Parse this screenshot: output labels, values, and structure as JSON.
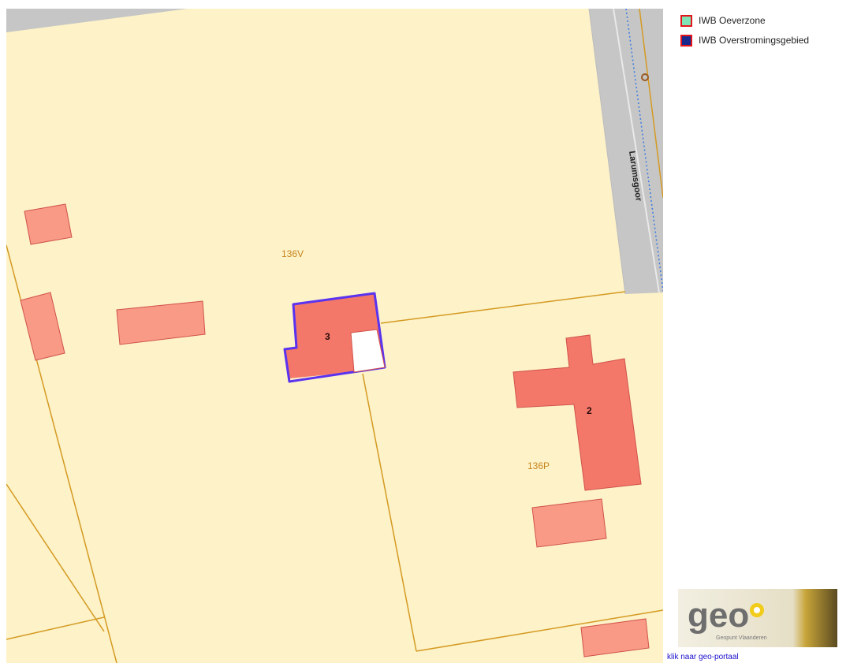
{
  "map": {
    "parcel_labels": [
      "136V",
      "136P"
    ],
    "building_numbers": [
      "3",
      "2"
    ],
    "street_name": "Larumsgoor",
    "colors": {
      "parcel_fill": "#fdf2c8",
      "parcel_border": "#d49a22",
      "building_fill": "#f4877a",
      "building_selected_fill": "#f3786a",
      "selection_outline": "#5a33f0",
      "road_fill": "#c6c6c6"
    }
  },
  "legend": {
    "items": [
      {
        "label": "IWB Oeverzone",
        "swatch_color": "#7fe3b6",
        "border_color": "#e4141b"
      },
      {
        "label": "IWB Overstromingsgebied",
        "swatch_color": "#1a2a8c",
        "border_color": "#e4141b"
      }
    ]
  },
  "footer": {
    "logo_text": "geo",
    "logo_subtitle": "Geopunt Vlaanderen",
    "portal_link": "klik naar geo-portaal"
  }
}
